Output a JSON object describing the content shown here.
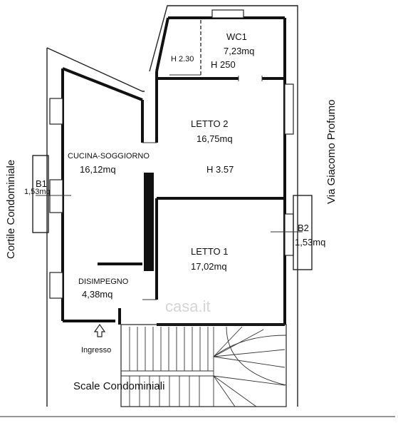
{
  "rooms": {
    "wc1": {
      "name": "WC1",
      "area": "7,23mq",
      "h_left": "H 2.30",
      "h_right": "H 250"
    },
    "letto2": {
      "name": "LETTO 2",
      "area": "16,75mq",
      "height": "H 3.57"
    },
    "cucina": {
      "name": "CUCINA-SOGGIORNO",
      "area": "16,12mq"
    },
    "letto1": {
      "name": "LETTO 1",
      "area": "17,02mq"
    },
    "disimpegno": {
      "name": "DISIMPEGNO",
      "area": "4,38mq"
    },
    "balcony_b1": {
      "name": "B1",
      "area": "1,53mq"
    },
    "balcony_b2": {
      "name": "B2",
      "area": "1,53mq"
    }
  },
  "labels": {
    "ingresso": "Ingresso",
    "scale": "Scale Condominiali",
    "cortile": "Cortile Condominiale",
    "via": "Via Giacomo Profumo",
    "watermark": "casa.it"
  }
}
